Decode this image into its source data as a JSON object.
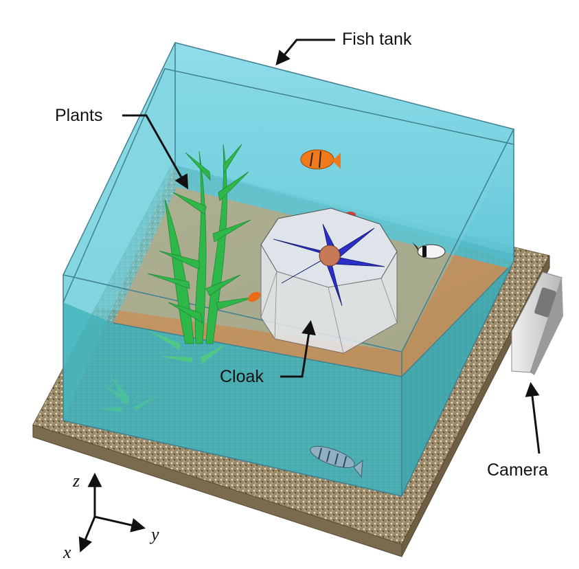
{
  "labels": {
    "fish_tank": "Fish tank",
    "plants": "Plants",
    "cloak": "Cloak",
    "camera": "Camera"
  },
  "axes": {
    "x": "x",
    "y": "y",
    "z": "z"
  },
  "colors": {
    "water": "#5ec8d8",
    "water_deep": "#3aa9b4",
    "glass_edge": "#3f7f8f",
    "sand": "#c8a070",
    "gravel": "#9a8a6a",
    "cloak_blue": "#2a2fc8",
    "plant_green": "#2fb84a"
  },
  "icons": [
    "fish-tank-icon",
    "plant-icon",
    "cloak-icon",
    "camera-icon",
    "fish-icon"
  ]
}
